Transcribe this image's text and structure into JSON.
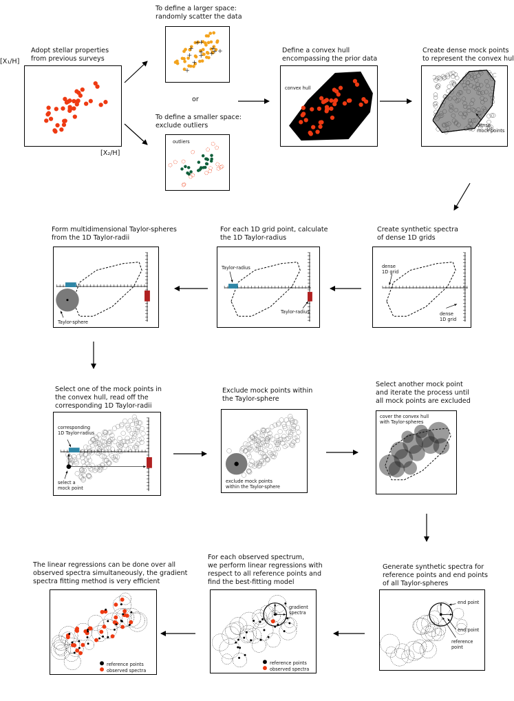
{
  "steps": {
    "s1": {
      "caption": "Adopt stellar properties\nfrom previous surveys",
      "y_axis_label": "[X₁/H]",
      "x_axis_label": "[X₂/H]"
    },
    "s2a": {
      "caption": "To define a larger space:\nrandomly scatter the data"
    },
    "or_label": "or",
    "s2b": {
      "caption": "To define a smaller space:\nexclude outliers",
      "annotation": "outliers"
    },
    "s3": {
      "caption": "Define a convex hull\nencompassing the prior data",
      "annotation": "convex hull"
    },
    "s4": {
      "caption": "Create dense mock points\nto represent the convex hull",
      "annotation": "dense\nmock points"
    },
    "s5": {
      "caption": "Create synthetic spectra\nof dense 1D grids",
      "annotation_1": "dense\n1D grid",
      "annotation_2": "dense\n1D grid"
    },
    "s6": {
      "caption": "For each 1D grid point, calculate\nthe 1D Taylor-radius",
      "annotation_1": "Taylor-radius",
      "annotation_2": "Taylor-radius"
    },
    "s7": {
      "caption": "Form multidimensional Taylor-spheres\nfrom the 1D Taylor-radii",
      "annotation": "Taylor-sphere"
    },
    "s8": {
      "caption": "Select one of the mock points in\nthe convex hull, read off the\ncorresponding 1D Taylor-radii",
      "annotation_1": "corresponding\n1D Taylor-radius",
      "annotation_2": "select a\nmock point"
    },
    "s9": {
      "caption": "Exclude mock points within\nthe Taylor-sphere",
      "annotation": "exclude mock points\nwithin the Taylor-sphere"
    },
    "s10": {
      "caption": "Select another mock point\nand iterate the process until\nall mock points are excluded",
      "annotation": "cover the convex hull\nwith Taylor-spheres"
    },
    "s11": {
      "caption": "Generate synthetic spectra for\nreference points and end points\nof all Taylor-spheres",
      "annotation_1": "end point",
      "annotation_2": "end point",
      "annotation_3": "reference\npoint"
    },
    "s12": {
      "caption": "For each observed spectrum,\nwe perform linear regressions with\nrespect to all reference points and\nfind the best-fitting model",
      "annotation": "gradient\nspectra",
      "legend_1": "reference points",
      "legend_2": "observed spectra"
    },
    "s13": {
      "caption": "The linear regressions can be done over all\nobserved spectra simultaneously, the gradient\nspectra fitting method is very efficient",
      "legend_1": "reference points",
      "legend_2": "observed spectra"
    }
  },
  "colors": {
    "data_red": "#ee3a12",
    "scatter_orange": "#f3a31d",
    "inlier_green": "#0f5e3a",
    "hull_black": "#000000",
    "mock_grey": "#9a9a9a",
    "blue_bar": "#2f86a6",
    "red_bar": "#b02020",
    "sphere_grey": "#7a7a7a"
  }
}
